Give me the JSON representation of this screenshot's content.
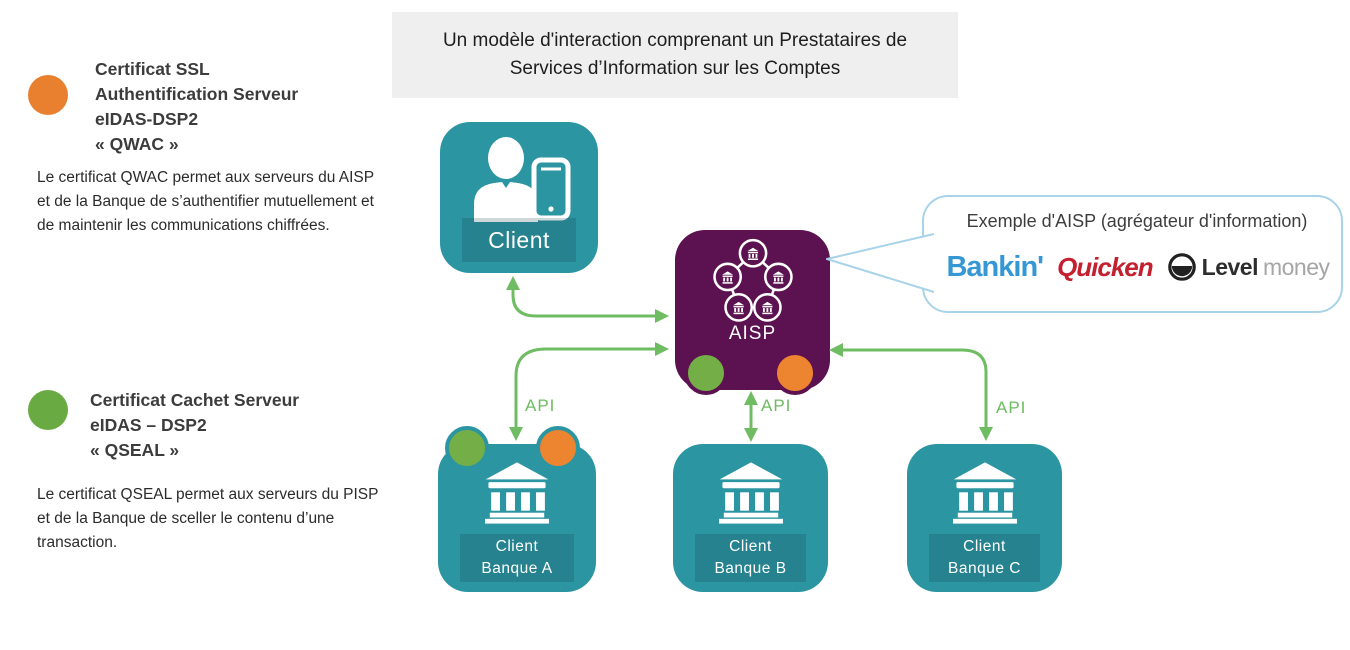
{
  "title": "Un modèle d'interaction comprenant un Prestataires de Services d’Information sur les Comptes",
  "legend": {
    "qwac": {
      "heading": "Certificat SSL\nAuthentification Serveur\neIDAS-DSP2\n« QWAC »",
      "body": "Le certificat QWAC permet aux serveurs du AISP et de la Banque de s’authentifier mutuellement et de maintenir les communications chiffrées.",
      "marker_color": "#e8802f"
    },
    "qseal": {
      "heading": "Certificat Cachet Serveur\neIDAS – DSP2\n« QSEAL »",
      "body": "Le certificat QSEAL permet aux serveurs du PISP et de la Banque de sceller le contenu d’une transaction.",
      "marker_color": "#6aaa42"
    }
  },
  "diagram": {
    "client_label": "Client",
    "aisp_label": "AISP",
    "api_label": "API",
    "banks": [
      {
        "line1": "Client",
        "line2": "Banque A"
      },
      {
        "line1": "Client",
        "line2": "Banque B"
      },
      {
        "line1": "Client",
        "line2": "Banque C"
      }
    ],
    "colors": {
      "teal": "#2c95a2",
      "purple": "#5c1151",
      "arrow_green": "#6fbc62",
      "badge_green": "#74ae47",
      "badge_orange": "#ed8430"
    }
  },
  "bubble": {
    "caption": "Exemple d'AISP (agrégateur d'information)",
    "logos": {
      "bankin": "Bankin'",
      "quicken": "Quicken",
      "level": "Level",
      "money": "money"
    }
  }
}
